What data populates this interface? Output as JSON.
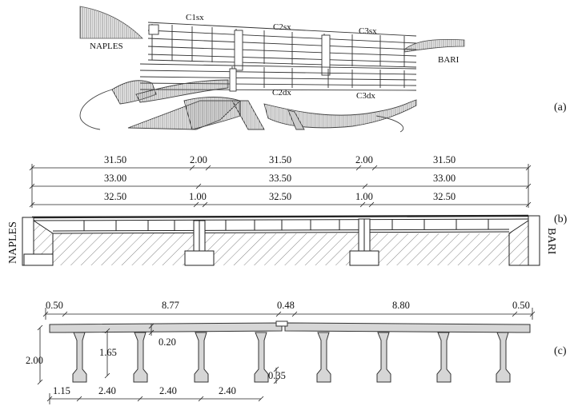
{
  "plan": {
    "labels": {
      "naples": "NAPLES",
      "bari": "BARI",
      "c1sx": "C1sx",
      "c2sx": "C2sx",
      "c3sx": "C3sx",
      "c2dx": "C2dx",
      "c3dx": "C3dx"
    },
    "panel_label": "(a)"
  },
  "elevation": {
    "row1": [
      "31.50",
      "2.00",
      "31.50",
      "2.00",
      "31.50"
    ],
    "row2": [
      "33.00",
      "33.50",
      "33.00"
    ],
    "row3": [
      "32.50",
      "1.00",
      "32.50",
      "1.00",
      "32.50"
    ],
    "left_label": "NAPLES",
    "right_label": "BARI",
    "panel_label": "(b)"
  },
  "section": {
    "top_dims": [
      "0.50",
      "8.77",
      "0.48",
      "8.80",
      "0.50"
    ],
    "height_total": "2.00",
    "web_height": "1.65",
    "slab_thickness": "0.20",
    "bottom_flange": "0.35",
    "bottom_dims": [
      "1.15",
      "2.40",
      "2.40",
      "2.40"
    ],
    "panel_label": "(c)"
  }
}
